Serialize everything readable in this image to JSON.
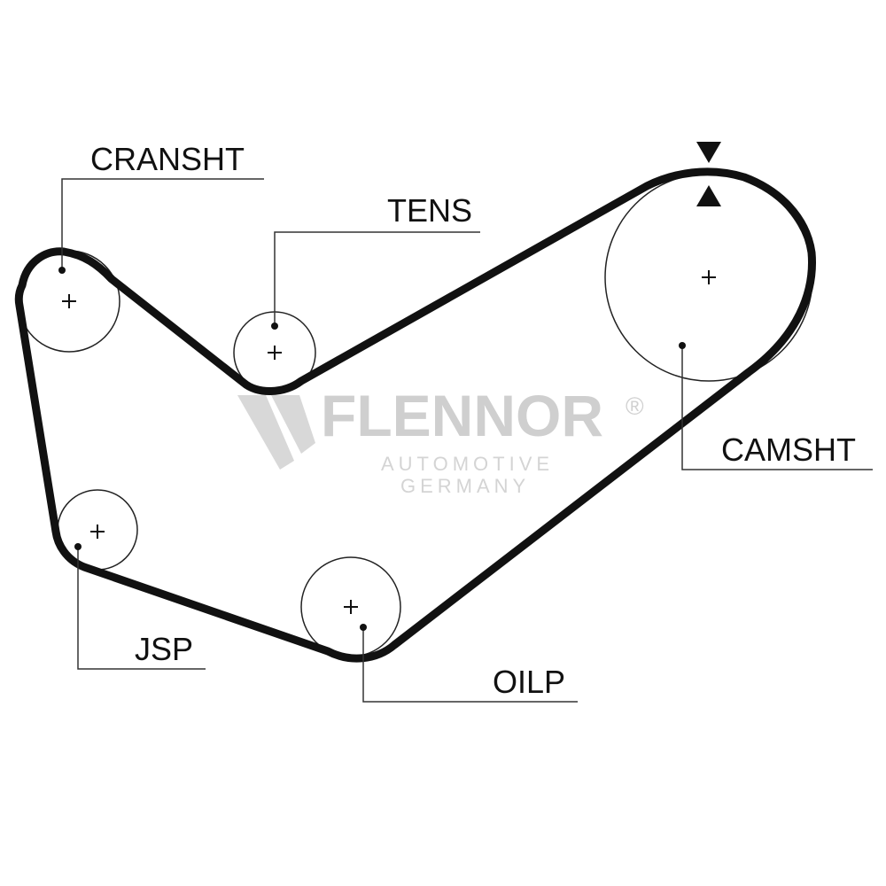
{
  "labels": {
    "crankshaft": "CRANSHT",
    "tensioner": "TENS",
    "camshaft": "CAMSHT",
    "jackshaft": "JSP",
    "oil_pump": "OILP"
  },
  "watermark": {
    "brand": "FLENNOR",
    "registered": "®",
    "line1": "AUTOMOTIVE",
    "line2": "GERMANY"
  },
  "colors": {
    "belt": "#111111",
    "pulley_outline": "#222222",
    "watermark": "#cfcfcf"
  }
}
